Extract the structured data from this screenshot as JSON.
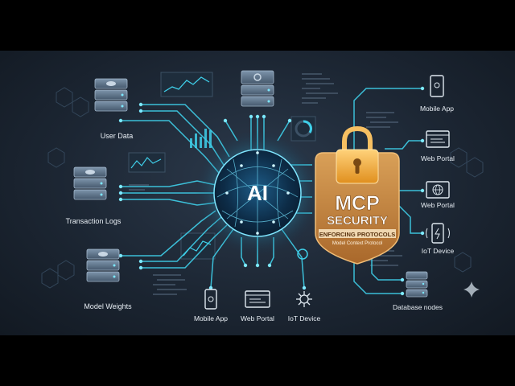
{
  "hub": {
    "label": "AI"
  },
  "shield": {
    "title": "MCP",
    "subtitle": "SECURITY",
    "banner": "ENFORCING PROTOCOLS",
    "caption": "Model Context Protocol"
  },
  "left_nodes": [
    {
      "label": "User Data",
      "icon": "database-server-icon"
    },
    {
      "label": "Transaction Logs",
      "icon": "database-server-icon"
    },
    {
      "label": "Model Weights",
      "icon": "database-server-icon"
    }
  ],
  "bottom_nodes": [
    {
      "label": "Mobile App",
      "icon": "smartphone-icon"
    },
    {
      "label": "Web Portal",
      "icon": "monitor-icon"
    },
    {
      "label": "IoT Device",
      "icon": "iot-network-icon"
    }
  ],
  "right_nodes": [
    {
      "label": "Mobile App",
      "icon": "smartphone-icon"
    },
    {
      "label": "Web Portal",
      "icon": "monitor-icon"
    },
    {
      "label": "Web Portal",
      "icon": "globe-monitor-icon"
    },
    {
      "label": "IoT Device",
      "icon": "iot-phone-icon"
    },
    {
      "label": "Database nodes",
      "icon": "database-server-icon"
    }
  ],
  "colors": {
    "background": "#1c2633",
    "circuit": "#3fd0ea",
    "shield": "#c98a3f",
    "lock": "#f2b23a",
    "label": "#e8eef4"
  }
}
